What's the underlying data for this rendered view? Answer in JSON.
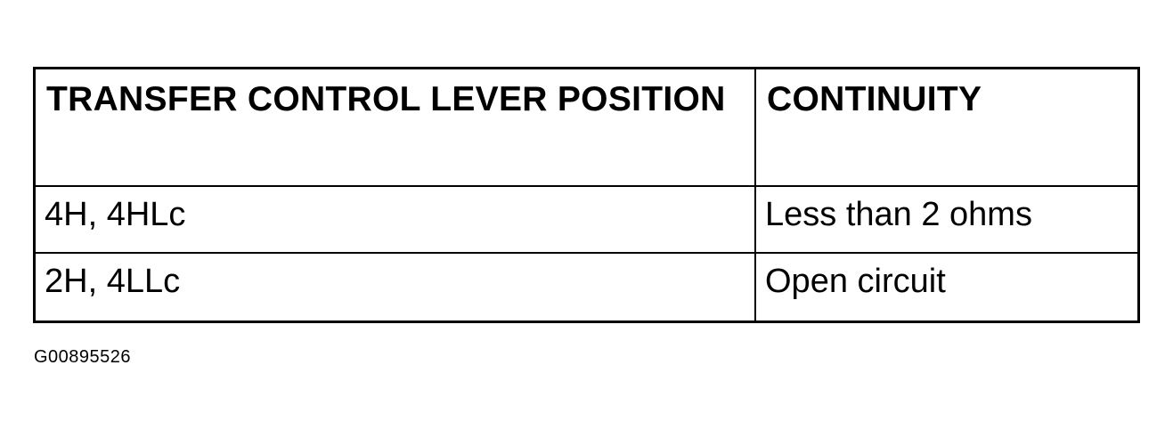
{
  "table": {
    "headers": [
      "TRANSFER CONTROL LEVER POSITION",
      "CONTINUITY"
    ],
    "rows": [
      [
        "4H, 4HLc",
        "Less than 2 ohms"
      ],
      [
        "2H, 4LLc",
        "Open circuit"
      ]
    ]
  },
  "figure_id": "G00895526"
}
